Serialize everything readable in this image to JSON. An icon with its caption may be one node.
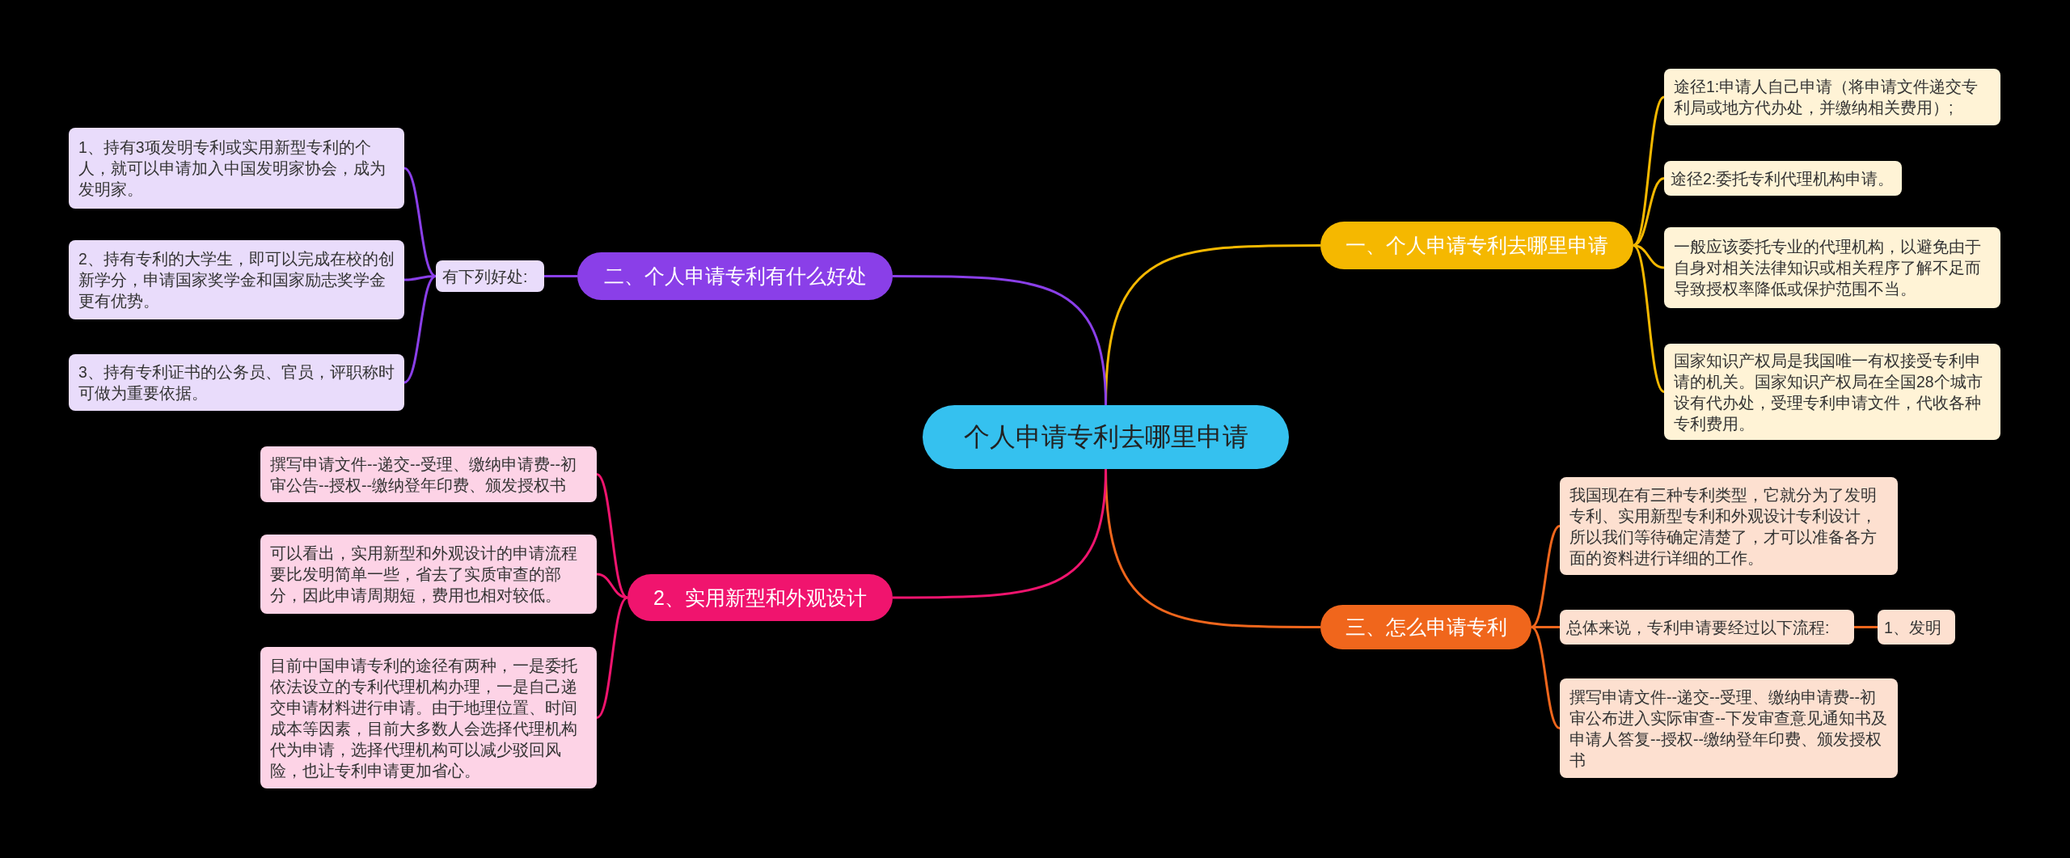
{
  "diagram": {
    "nodes": [
      {
        "text": [
          "个人申请专利去哪里申请"
        ]
      },
      {
        "text": [
          "一、个人申请专利去哪里申请"
        ]
      },
      {
        "text": [
          "途径1:申请人自己申请（将申请文件递交专利局或地方代办处，并缴纳相关费用）;"
        ]
      },
      {
        "text": [
          "途径2:委托专利代理机构申请。"
        ]
      },
      {
        "text": [
          "一般应该委托专业的代理机构，以避免由于自身对相关法律知识或相关程序了解不足而导致授权率降低或保护范围不当。"
        ]
      },
      {
        "text": [
          "国家知识产权局是我国唯一有权接受专利申请的机关。国家知识产权局在全国28个城市设有代办处，受理专利申请文件，代收各种专利费用。"
        ]
      },
      {
        "text": [
          "三、怎么申请专利"
        ]
      },
      {
        "text": [
          "我国现在有三种专利类型，它就分为了发明专利、实用新型专利和外观设计专利设计，所以我们等待确定清楚了，才可以准备各方面的资料进行详细的工作。"
        ]
      },
      {
        "text": [
          "总体来说，专利申请要经过以下流程:"
        ]
      },
      {
        "text": [
          "1、发明"
        ]
      },
      {
        "text": [
          "撰写申请文件--递交--受理、缴纳申请费--初审公布进入实际审查--下发审查意见通知书及申请人答复--授权--缴纳登年印费、颁发授权书"
        ]
      },
      {
        "text": [
          "二、个人申请专利有什么好处"
        ]
      },
      {
        "text": [
          "有下列好处:"
        ]
      },
      {
        "text": [
          "1、持有3项发明专利或实用新型专利的个人，就可以申请加入中国发明家协会，成为发明家。"
        ]
      },
      {
        "text": [
          "2、持有专利的大学生，即可以完成在校的创新学分，申请国家奖学金和国家励志奖学金更有优势。"
        ]
      },
      {
        "text": [
          "3、持有专利证书的公务员、官员，评职称时可做为重要依据。"
        ]
      },
      {
        "text": [
          "2、实用新型和外观设计"
        ]
      },
      {
        "text": [
          "撰写申请文件--递交--受理、缴纳申请费--初审公告--授权--缴纳登年印费、颁发授权书"
        ]
      },
      {
        "text": [
          "可以看出，实用新型和外观设计的申请流程要比发明简单一些，省去了实质审查的部分，因此申请周期短，费用也相对较低。"
        ]
      },
      {
        "text": [
          "目前中国申请专利的途径有两种，一是委托依法设立的专利代理机构办理，一是自己递交申请材料进行申请。由于地理位置、时间成本等因素，目前大多数人会选择代理机构代为申请，选择代理机构可以减少驳回风险，也让专利申请更加省心。"
        ]
      }
    ],
    "edges": [
      {
        "from": 0,
        "to": 1,
        "arrow": "none",
        "color": "#f5b800"
      },
      {
        "from": 1,
        "to": 2,
        "arrow": "none",
        "color": "#f5b800"
      },
      {
        "from": 1,
        "to": 3,
        "arrow": "none",
        "color": "#f5b800"
      },
      {
        "from": 1,
        "to": 4,
        "arrow": "none",
        "color": "#f5b800"
      },
      {
        "from": 1,
        "to": 5,
        "arrow": "none",
        "color": "#f5b800"
      },
      {
        "from": 0,
        "to": 6,
        "arrow": "none",
        "color": "#f0661c"
      },
      {
        "from": 6,
        "to": 7,
        "arrow": "none",
        "color": "#f0661c"
      },
      {
        "from": 6,
        "to": 8,
        "arrow": "none",
        "color": "#f0661c"
      },
      {
        "from": 8,
        "to": 9,
        "arrow": "none",
        "color": "#f0661c"
      },
      {
        "from": 6,
        "to": 10,
        "arrow": "none",
        "color": "#f0661c"
      },
      {
        "from": 0,
        "to": 11,
        "arrow": "none",
        "color": "#8a3fe8"
      },
      {
        "from": 11,
        "to": 12,
        "arrow": "none",
        "color": "#8a3fe8"
      },
      {
        "from": 12,
        "to": 13,
        "arrow": "none",
        "color": "#8a3fe8"
      },
      {
        "from": 12,
        "to": 14,
        "arrow": "none",
        "color": "#8a3fe8"
      },
      {
        "from": 12,
        "to": 15,
        "arrow": "none",
        "color": "#8a3fe8"
      },
      {
        "from": 0,
        "to": 16,
        "arrow": "none",
        "color": "#f0146e"
      },
      {
        "from": 16,
        "to": 17,
        "arrow": "none",
        "color": "#f0146e"
      },
      {
        "from": 16,
        "to": 18,
        "arrow": "none",
        "color": "#f0146e"
      },
      {
        "from": 16,
        "to": 19,
        "arrow": "none",
        "color": "#f0146e"
      }
    ]
  }
}
